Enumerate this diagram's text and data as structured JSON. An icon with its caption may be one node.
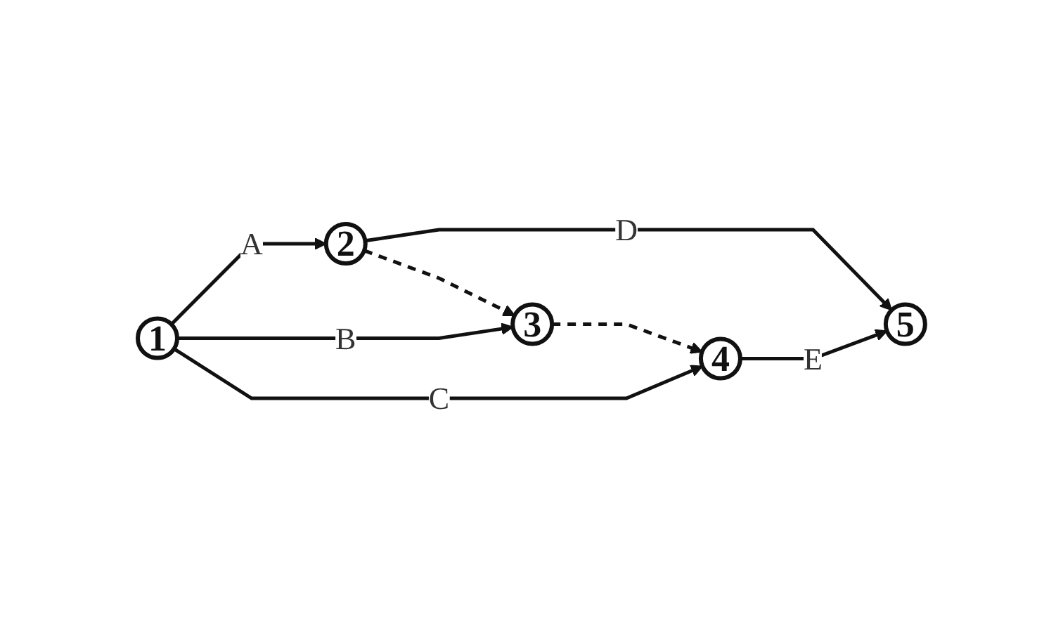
{
  "diagram": {
    "nodes": [
      {
        "text": [
          "1"
        ]
      },
      {
        "text": [
          "2"
        ]
      },
      {
        "text": [
          "3"
        ]
      },
      {
        "text": [
          "4"
        ]
      },
      {
        "text": [
          "5"
        ]
      }
    ],
    "edges": [
      {
        "from": 0,
        "to": 1,
        "arrow": "to",
        "label": "A"
      },
      {
        "from": 0,
        "to": 2,
        "arrow": "to",
        "label": "B"
      },
      {
        "from": 0,
        "to": 3,
        "arrow": "to",
        "label": "C"
      },
      {
        "from": 1,
        "to": 4,
        "arrow": "to",
        "label": "D"
      },
      {
        "from": 1,
        "to": 2,
        "arrow": "to",
        "style": "dashed"
      },
      {
        "from": 2,
        "to": 3,
        "arrow": "to",
        "style": "dashed"
      },
      {
        "from": 3,
        "to": 4,
        "arrow": "to",
        "label": "E"
      }
    ]
  }
}
